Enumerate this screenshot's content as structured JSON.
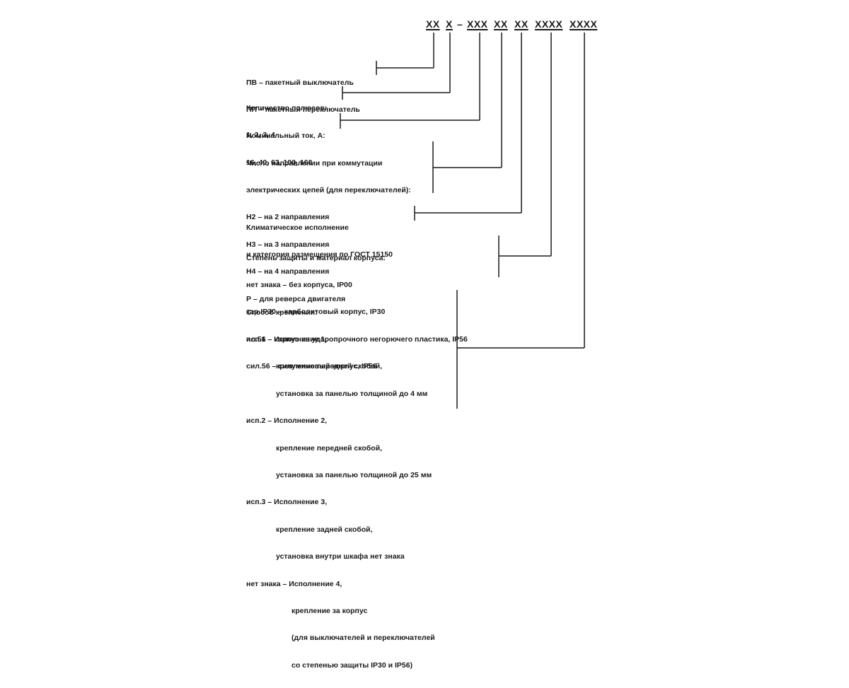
{
  "code": {
    "seg1": "XX",
    "seg2": "X",
    "dash": "–",
    "seg3": "XXX",
    "seg4": "XX",
    "seg5": "XX",
    "seg6": "XXXX",
    "seg7": "XXXX"
  },
  "blocks": {
    "type": {
      "lines": [
        "ПВ – пакетный выключатель",
        "ПП – пакетный переключатель"
      ]
    },
    "poles": {
      "lines": [
        "Количество полюсов:",
        "1, 2, 3, 4"
      ]
    },
    "current": {
      "lines": [
        "Номинальный ток, А:",
        "16, 40, 63, 100, 160"
      ]
    },
    "directions": {
      "lines": [
        "Число направлении при коммутации",
        "электрических цепей (для переключателей):",
        "Н2 – на 2 направления",
        "Н3 – на 3 направления",
        "Н4 – на 4 направления",
        "Р – для реверса двигателя"
      ]
    },
    "climate": {
      "lines": [
        "Климатическое исполнение",
        "и категория размещения по ГОСТ 15150"
      ]
    },
    "protection": {
      "lines": [
        "Степень защиты и материал корпуса:",
        "нет знака – без корпуса, IP00",
        "кар.IP30 – карболитовый корпус, IP30",
        "пл.56 – корпус из ударопрочного негорючего пластика, IP56",
        "сил.56 – силуминовый корпус, IP56"
      ]
    },
    "mounting": {
      "title": "Способ крепления:",
      "isp1": [
        "исп.1 – Исполнение 1,",
        "крепление передней скобой,",
        "установка за панелью толщиной до 4 мм"
      ],
      "isp2": [
        "исп.2 – Исполнение 2,",
        "крепление передней скобой,",
        "установка за панелью толщиной до 25 мм"
      ],
      "isp3": [
        "исп.3 – Исполнение 3,",
        "крепление задней скобой,",
        "установка внутри шкафа нет знака"
      ],
      "isp4": [
        "нет знака – Исполнение 4,",
        "крепление за корпус",
        "(для выключателей и переключателей",
        "со степенью защиты IP30 и IP56)"
      ]
    }
  }
}
